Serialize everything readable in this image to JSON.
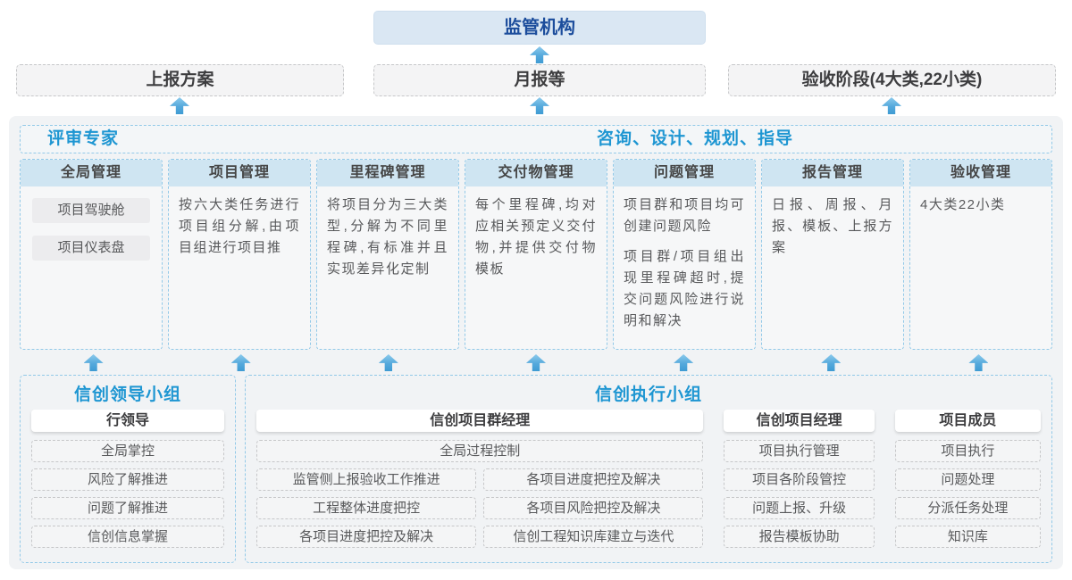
{
  "top": {
    "regulator": "监管机构",
    "outputs": [
      "上报方案",
      "月报等",
      "验收阶段(4大类,22小类)"
    ]
  },
  "experts": {
    "left_label": "评审专家",
    "right_label": "咨询、设计、规划、指导"
  },
  "columns": [
    {
      "title": "全局管理",
      "chips": [
        "项目驾驶舱",
        "项目仪表盘"
      ]
    },
    {
      "title": "项目管理",
      "paragraphs": [
        "按六大类任务进行项目组分解,由项目组进行项目推"
      ]
    },
    {
      "title": "里程碑管理",
      "paragraphs": [
        "将项目分为三大类型,分解为不同里程碑,有标准并且实现差异化定制"
      ]
    },
    {
      "title": "交付物管理",
      "paragraphs": [
        "每个里程碑,均对应相关预定义交付物,并提供交付物模板"
      ]
    },
    {
      "title": "问题管理",
      "paragraphs": [
        "项目群和项目均可创建问题风险",
        "项目群/项目组出现里程碑超时,提交问题风险进行说明和解决"
      ]
    },
    {
      "title": "报告管理",
      "paragraphs": [
        "日报、周报、月报、模板、上报方案"
      ]
    },
    {
      "title": "验收管理",
      "paragraphs": [
        "4大类22小类"
      ]
    }
  ],
  "bottom": {
    "leader_group": {
      "title": "信创领导小组",
      "role": "行领导",
      "items": [
        "全局掌控",
        "风险了解推进",
        "问题了解推进",
        "信创信息掌握"
      ]
    },
    "exec_group": {
      "title": "信创执行小组",
      "program_manager": {
        "role": "信创项目群经理",
        "full_item": "全局过程控制",
        "left_items": [
          "监管侧上报验收工作推进",
          "工程整体进度把控",
          "各项目进度把控及解决"
        ],
        "right_items": [
          "各项目进度把控及解决",
          "各项目风险把控及解决",
          "信创工程知识库建立与迭代"
        ]
      },
      "project_manager": {
        "role": "信创项目经理",
        "items": [
          "项目执行管理",
          "项目各阶段管控",
          "问题上报、升级",
          "报告模板协助"
        ]
      },
      "member": {
        "role": "项目成员",
        "items": [
          "项目执行",
          "问题处理",
          "分派任务处理",
          "知识库"
        ]
      }
    }
  },
  "colors": {
    "accent_blue": "#1e96d2",
    "navy": "#1c4d9c",
    "arrow_blue": "#55a9dc",
    "header_bg": "#cfe5f2",
    "regulator_bg": "#dae7f3"
  }
}
